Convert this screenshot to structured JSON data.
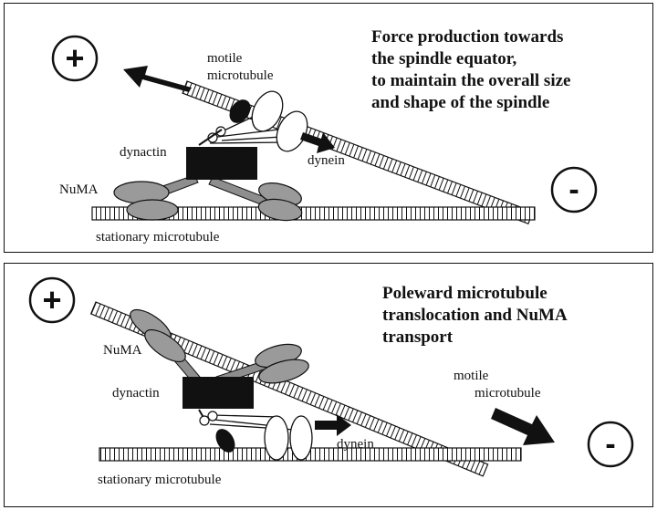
{
  "panels": [
    {
      "heading": [
        "Force production towards",
        "the spindle equator,",
        "to maintain the overall size",
        "and shape of the spindle"
      ],
      "labels": {
        "plus": "+",
        "minus": "-",
        "motile_1": "motile",
        "motile_2": "microtubule",
        "dynactin": "dynactin",
        "dynein": "dynein",
        "numa": "NuMA",
        "stationary": "stationary microtubule"
      }
    },
    {
      "heading": [
        "Poleward microtubule",
        "translocation and NuMA",
        "transport"
      ],
      "labels": {
        "plus": "+",
        "minus": "-",
        "motile_1": "motile",
        "motile_2": "microtubule",
        "dynactin": "dynactin",
        "dynein": "dynein",
        "numa": "NuMA",
        "stationary": "stationary microtubule"
      }
    }
  ],
  "colors": {
    "ink": "#111111",
    "numa_fill": "#9a9a9a",
    "paper": "#ffffff"
  }
}
